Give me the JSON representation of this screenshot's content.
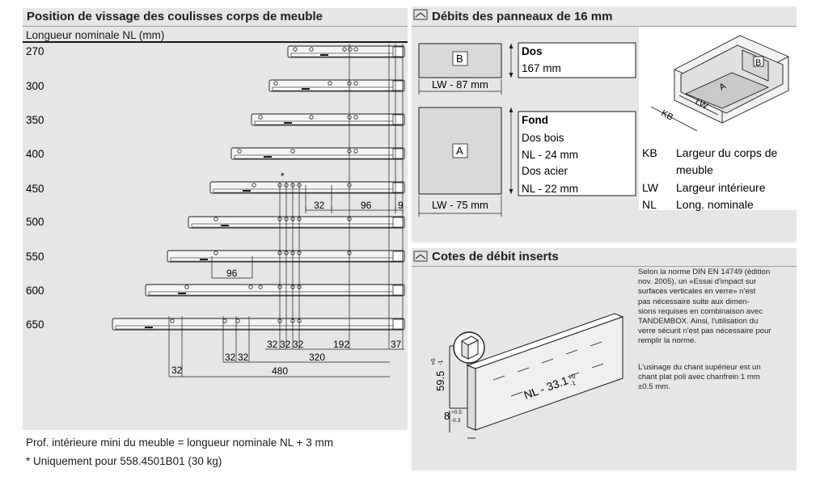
{
  "left_panel": {
    "title": "Position de vissage des coulisses corps de meuble",
    "subtitle": "Longueur nominale NL (mm)",
    "rows": [
      "270",
      "300",
      "350",
      "400",
      "450",
      "500",
      "550",
      "600",
      "650"
    ],
    "star": "*",
    "dims_row450": [
      "32",
      "96",
      "9"
    ],
    "dim_row550": "96",
    "dims_bottom1": [
      "32",
      "32",
      "32",
      "192",
      "37"
    ],
    "dims_bottom2": [
      "32",
      "32",
      "320"
    ],
    "dims_bottom3": [
      "32",
      "480"
    ],
    "note1": "Prof. intérieure mini du meuble = longueur nominale NL + 3 mm",
    "note2": "* Uniquement pour 558.4501B01 (30 kg)"
  },
  "debits": {
    "title": "Débits des panneaux de 16 mm",
    "panel_b": "B",
    "panel_b_width": "LW - 87 mm",
    "dos_label": "Dos",
    "dos_value": "167 mm",
    "panel_a": "A",
    "panel_a_width": "LW - 75 mm",
    "fond_label": "Fond",
    "fond_lines": [
      "Dos bois",
      "NL - 24 mm",
      "Dos acier",
      "NL - 22 mm"
    ],
    "iso_labels": {
      "b": "B",
      "a": "A",
      "lw": "LW",
      "kb": "KB"
    },
    "legend": [
      {
        "abbr": "KB",
        "text": "Largeur du corps de"
      },
      {
        "abbr": "",
        "text": "meuble"
      },
      {
        "abbr": "LW",
        "text": "Largeur intérieure"
      },
      {
        "abbr": "NL",
        "text": "Long. nominale"
      }
    ]
  },
  "inserts": {
    "title": "Cotes de débit inserts",
    "dim_height": "59.5",
    "dim_height_tol": [
      "+0",
      "-1"
    ],
    "dim_length": "NL - 33.1",
    "dim_length_tol": [
      "+0",
      "-1"
    ],
    "dim_thick": "8",
    "dim_thick_tol": [
      "+0.5",
      "-0.3"
    ],
    "para1": [
      "Selon la norme DIN EN 14749 (édition",
      "nov. 2005), un «Essai d'impact sur",
      "surfaces verticales en verre» n'est",
      "pas nécessaire suite aux dimen-",
      "sions requises en combinaison avec",
      "TANDEMBOX. Ainsi, l'utilisation du",
      "verre sécurit n'est pas nécessaire pour",
      "remplir la norme."
    ],
    "para2": [
      "L'usinage du chant supérieur est un",
      "chant plat poli avec chanfrein 1 mm",
      "±0.5 mm."
    ]
  },
  "colors": {
    "panel": "#e6e6e6",
    "board": "#d9d9d9",
    "line": "#1a1a1a"
  }
}
